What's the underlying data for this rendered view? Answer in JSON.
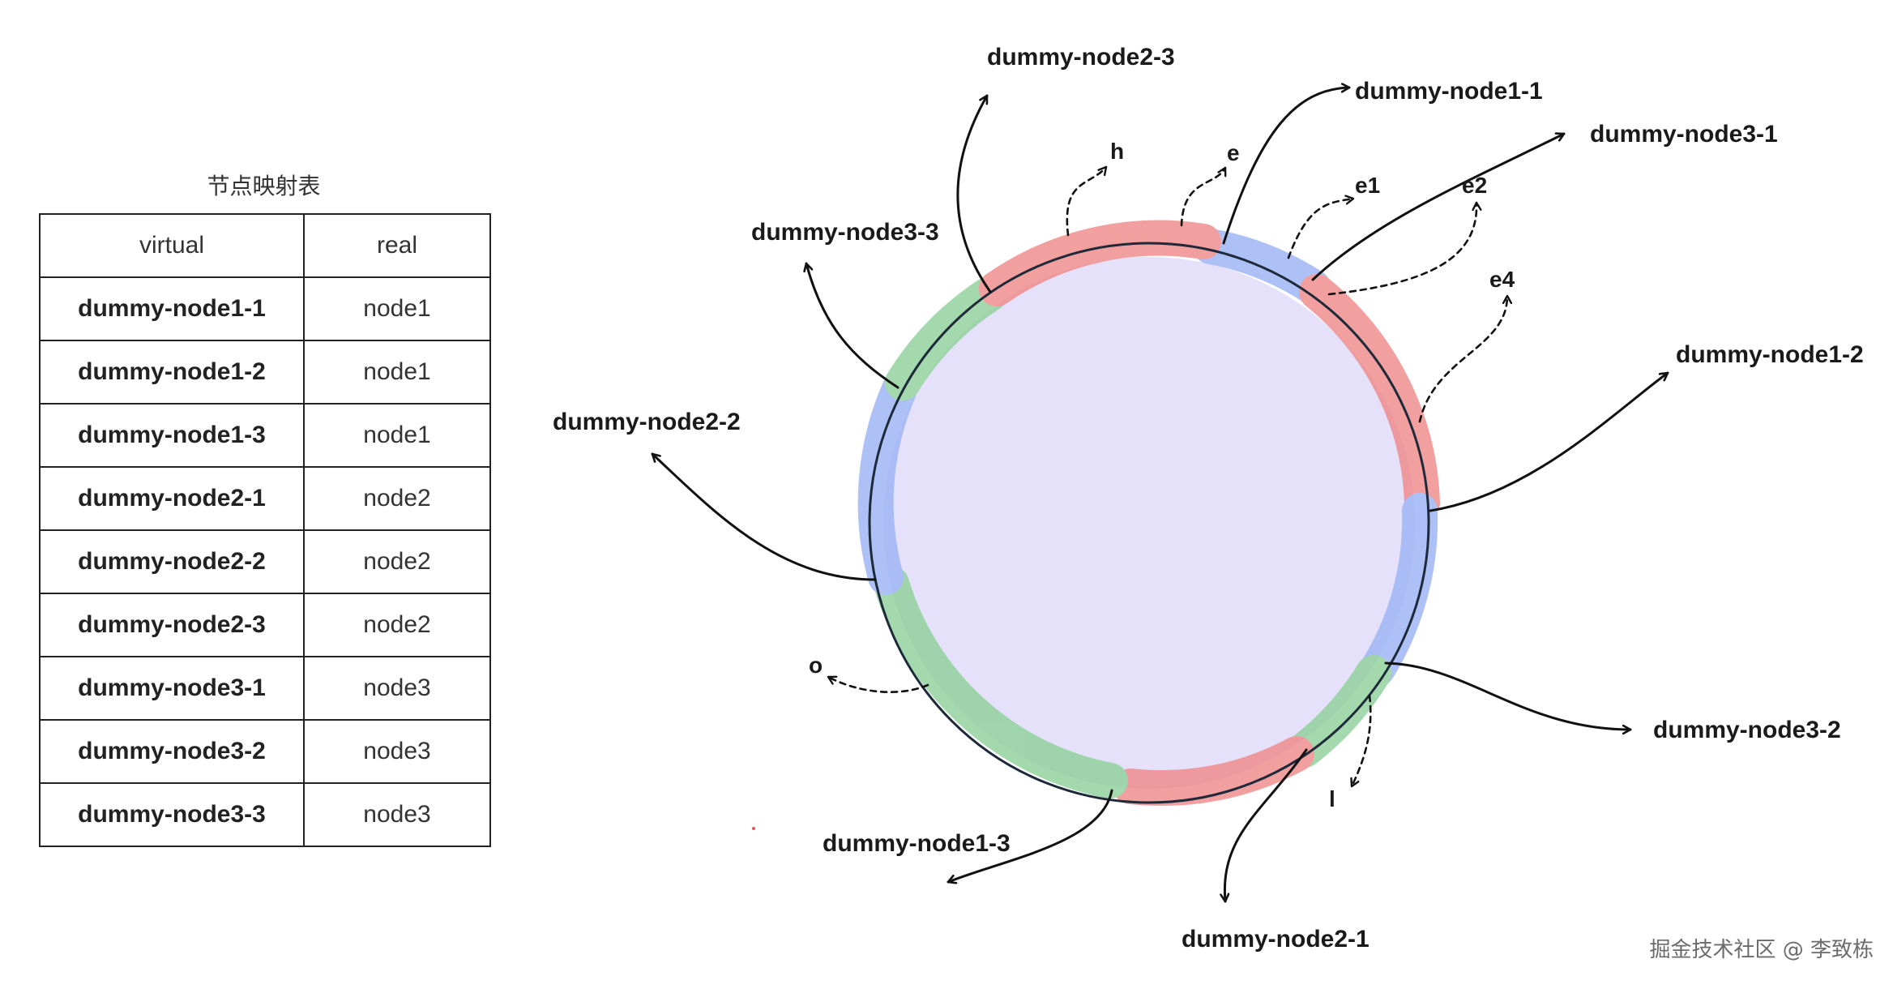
{
  "table": {
    "title": "节点映射表",
    "headers": {
      "virtual": "virtual",
      "real": "real"
    },
    "rows": [
      {
        "virtual": "dummy-node1-1",
        "real": "node1"
      },
      {
        "virtual": "dummy-node1-2",
        "real": "node1"
      },
      {
        "virtual": "dummy-node1-3",
        "real": "node1"
      },
      {
        "virtual": "dummy-node2-1",
        "real": "node2"
      },
      {
        "virtual": "dummy-node2-2",
        "real": "node2"
      },
      {
        "virtual": "dummy-node2-3",
        "real": "node2"
      },
      {
        "virtual": "dummy-node3-1",
        "real": "node3"
      },
      {
        "virtual": "dummy-node3-2",
        "real": "node3"
      },
      {
        "virtual": "dummy-node3-3",
        "real": "node3"
      }
    ]
  },
  "ring": {
    "node_labels": {
      "n11": "dummy-node1-1",
      "n12": "dummy-node1-2",
      "n13": "dummy-node1-3",
      "n21": "dummy-node2-1",
      "n22": "dummy-node2-2",
      "n23": "dummy-node2-3",
      "n31": "dummy-node3-1",
      "n32": "dummy-node3-2",
      "n33": "dummy-node3-3"
    },
    "key_labels": {
      "h": "h",
      "e": "e",
      "e1": "e1",
      "e2": "e2",
      "e4": "e4",
      "o": "o",
      "l": "l"
    },
    "colors": {
      "node1": "#ef8a8a",
      "node2": "#9db4f5",
      "node3": "#8fd19a",
      "fill": "#e6e1fb"
    }
  },
  "watermark": "掘金技术社区 @ 李致栋"
}
